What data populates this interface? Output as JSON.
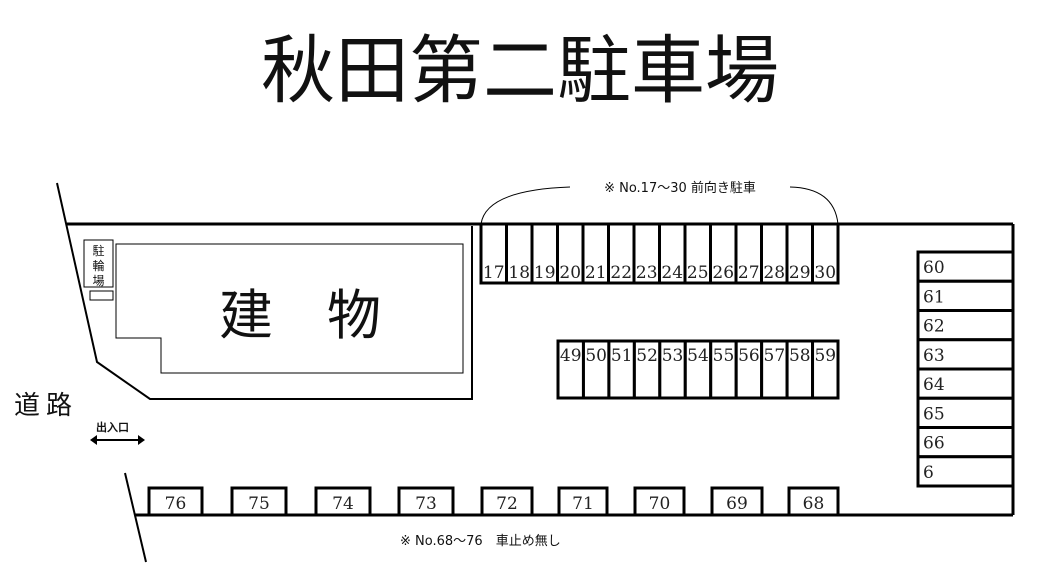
{
  "title": "秋田第二駐車場",
  "building_label": "建　物",
  "bike_parking_label": [
    "駐",
    "輪",
    "場"
  ],
  "road_label": "道路",
  "entrance_label": "出入口",
  "notes": {
    "top": "※ No.17〜30 前向き駐車",
    "bottom": "※ No.68〜76　車止め無し"
  },
  "spots": {
    "top_row": [
      "17",
      "18",
      "19",
      "20",
      "21",
      "22",
      "23",
      "24",
      "25",
      "26",
      "27",
      "28",
      "29",
      "30"
    ],
    "middle_row": [
      "49",
      "50",
      "51",
      "52",
      "53",
      "54",
      "55",
      "56",
      "57",
      "58",
      "59"
    ],
    "right_column": [
      "60",
      "61",
      "62",
      "63",
      "64",
      "65",
      "66",
      "6"
    ],
    "bottom_row": [
      "76",
      "75",
      "74",
      "73",
      "72",
      "71",
      "70",
      "69",
      "68"
    ]
  }
}
